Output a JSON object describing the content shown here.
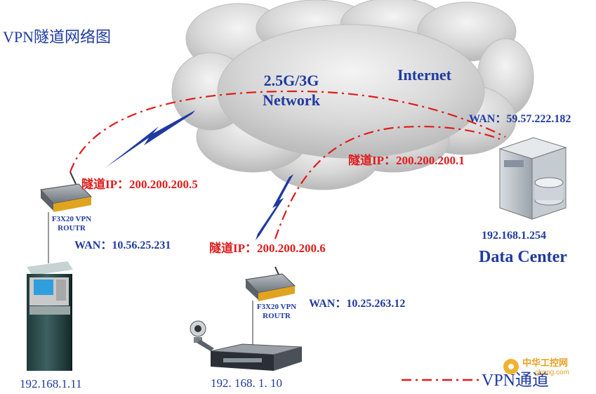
{
  "title": "VPN隧道网络图",
  "cloud": {
    "network_label_line1": "2.5G/3G",
    "network_label_line2": "Network",
    "internet_label": "Internet"
  },
  "tunnels": {
    "router1": "隧道IP：200.200.200.5",
    "router2": "隧道IP：200.200.200.6",
    "datacenter": "隧道IP：200.200.200.1"
  },
  "wan": {
    "router1": "WAN：10.56.25.231",
    "router2": "WAN：10.25.263.12",
    "datacenter": "WAN：59.57.222.182"
  },
  "devices": {
    "router1": {
      "name_line1": "F3X20 VPN",
      "name_line2": "ROUTR"
    },
    "router2": {
      "name_line1": "F3X20 VPN",
      "name_line2": "ROUTR"
    },
    "atm_ip": "192.168.1.11",
    "dvr_ip": "192. 168. 1. 10",
    "server_ip": "192.168.1.254",
    "server_name": "Data Center"
  },
  "legend": {
    "label": "VPN通道"
  },
  "watermark": {
    "text": "中华工控网",
    "sub": "gkong.com"
  },
  "colors": {
    "tunnel": "#e01c1c",
    "text_blue": "#1f3aa0",
    "lightning": "#1f3aa0"
  }
}
